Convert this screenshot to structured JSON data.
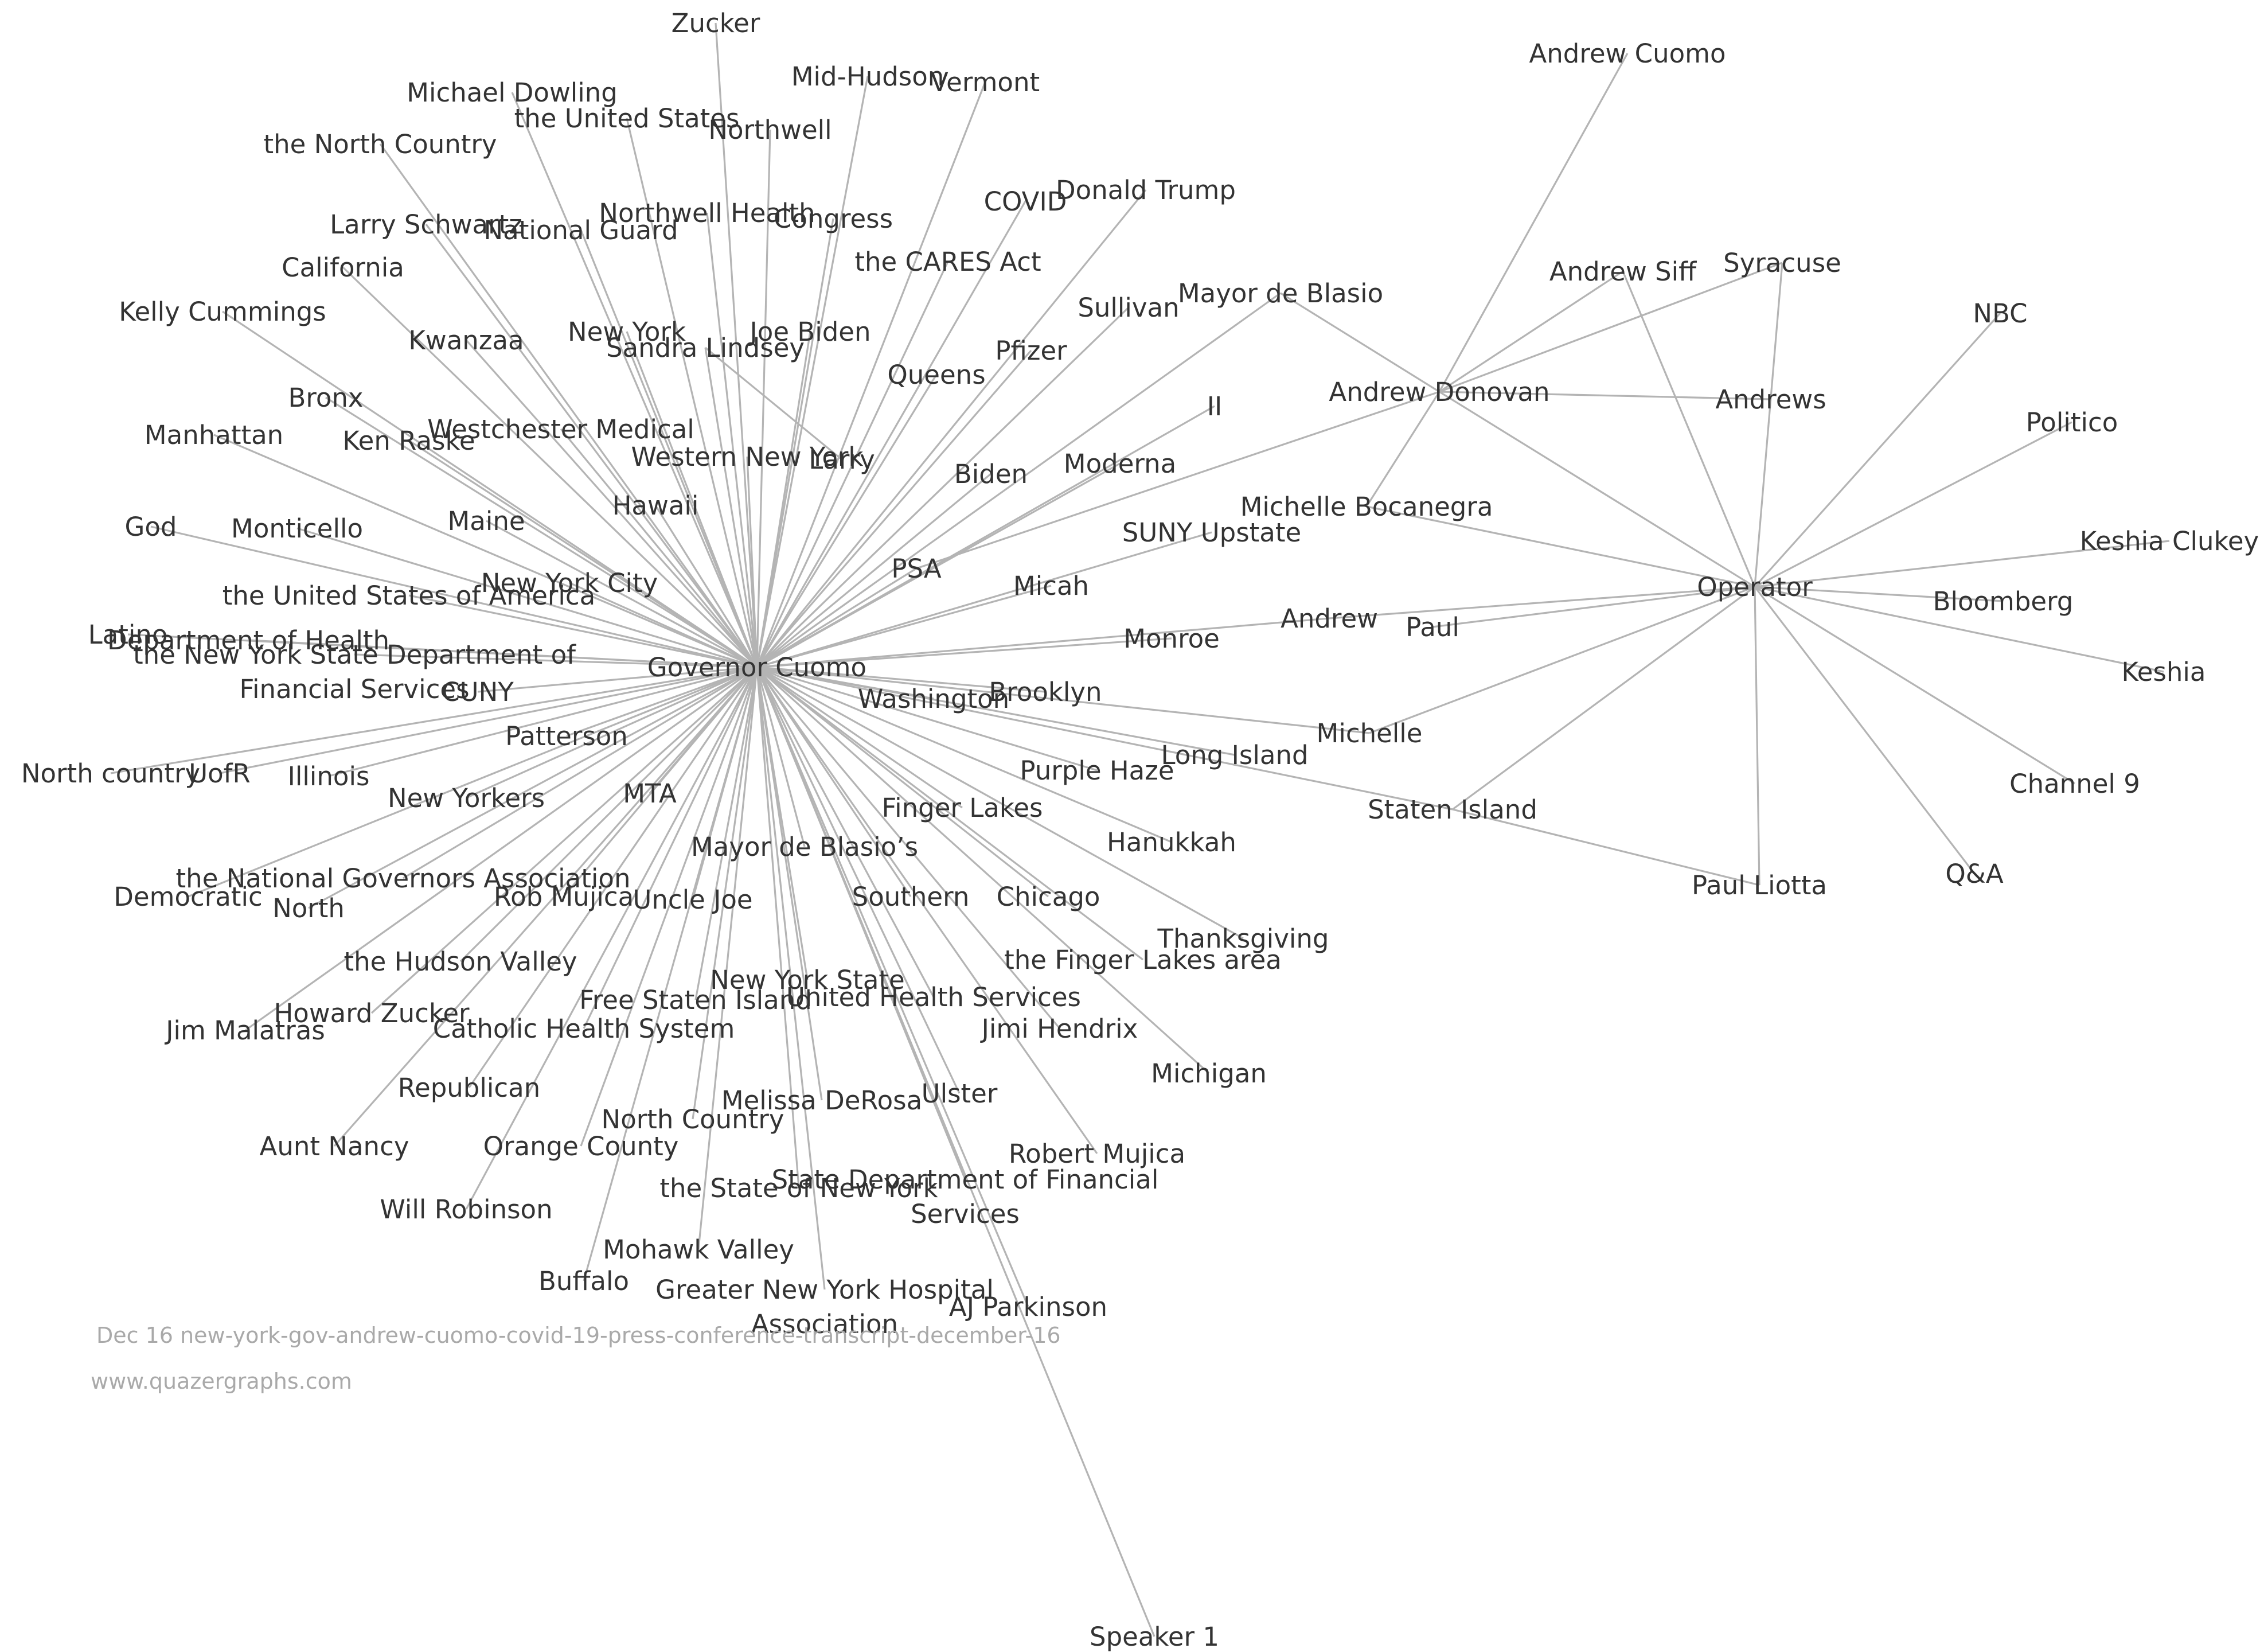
{
  "colors": {
    "edge": "#b4b4b4",
    "label": "#333333",
    "caption": "#a9a9a9",
    "background": "#ffffff"
  },
  "caption_lines": [
    "Dec 16 new-york-gov-andrew-cuomo-covid-19-press-conference-transcript-december-16",
    "www.quazergraphs.com"
  ],
  "nodes": [
    {
      "id": "gc",
      "label": "Governor Cuomo"
    },
    {
      "id": "op",
      "label": "Operator"
    },
    {
      "id": "ad",
      "label": "Andrew Donovan"
    },
    {
      "id": "as",
      "label": "Andrew Siff"
    },
    {
      "id": "n_zucker",
      "label": "Zucker"
    },
    {
      "id": "n_midhudson",
      "label": "Mid-Hudson"
    },
    {
      "id": "n_vermont",
      "label": "Vermont"
    },
    {
      "id": "n_michaeldowling",
      "label": "Michael Dowling"
    },
    {
      "id": "n_unitedstates",
      "label": "the United States"
    },
    {
      "id": "n_northwell",
      "label": "Northwell"
    },
    {
      "id": "n_northcountry_the",
      "label": "the North Country"
    },
    {
      "id": "n_donaldtrump",
      "label": "Donald Trump"
    },
    {
      "id": "n_covid",
      "label": "COVID"
    },
    {
      "id": "n_northwellhealth",
      "label": "Northwell Health"
    },
    {
      "id": "n_congress",
      "label": "Congress"
    },
    {
      "id": "n_larryschwartz",
      "label": "Larry Schwartz"
    },
    {
      "id": "n_nationalguard",
      "label": "National Guard"
    },
    {
      "id": "n_caresact",
      "label": "the CARES Act"
    },
    {
      "id": "n_california",
      "label": "California"
    },
    {
      "id": "n_mayordeblasio",
      "label": "Mayor de Blasio"
    },
    {
      "id": "n_sullivan",
      "label": "Sullivan"
    },
    {
      "id": "n_kellycummings",
      "label": "Kelly Cummings"
    },
    {
      "id": "n_kwanzaa",
      "label": "Kwanzaa"
    },
    {
      "id": "n_newyork",
      "label": "New York"
    },
    {
      "id": "n_joebiden",
      "label": "Joe Biden"
    },
    {
      "id": "n_sandralindsey",
      "label": "Sandra Lindsey"
    },
    {
      "id": "n_pfizer",
      "label": "Pfizer"
    },
    {
      "id": "n_queens",
      "label": "Queens"
    },
    {
      "id": "n_bronx",
      "label": "Bronx"
    },
    {
      "id": "n_manhattan",
      "label": "Manhattan"
    },
    {
      "id": "n_kenraske",
      "label": "Ken Raske"
    },
    {
      "id": "n_westchester",
      "label": "Westchester Medical"
    },
    {
      "id": "n_westernny",
      "label": "Western New York"
    },
    {
      "id": "n_larry",
      "label": "Larry"
    },
    {
      "id": "n_biden",
      "label": "Biden"
    },
    {
      "id": "n_moderna",
      "label": "Moderna"
    },
    {
      "id": "n_ii",
      "label": "II"
    },
    {
      "id": "n_hawaii",
      "label": "Hawaii"
    },
    {
      "id": "n_maine",
      "label": "Maine"
    },
    {
      "id": "n_god",
      "label": "God"
    },
    {
      "id": "n_monticello",
      "label": "Monticello"
    },
    {
      "id": "n_psa",
      "label": "PSA"
    },
    {
      "id": "n_micah",
      "label": "Micah"
    },
    {
      "id": "n_sunyupstate",
      "label": "SUNY Upstate"
    },
    {
      "id": "n_michellebocanegra",
      "label": "Michelle Bocanegra"
    },
    {
      "id": "n_nyc",
      "label": "New York City"
    },
    {
      "id": "n_usa",
      "label": "the United States of America"
    },
    {
      "id": "n_latino",
      "label": "Latino"
    },
    {
      "id": "n_doh",
      "label": "Department of Health"
    },
    {
      "id": "n_nysdfs",
      "label": "the New York State Department of",
      "label2": "Financial Services"
    },
    {
      "id": "n_cuny",
      "label": "CUNY"
    },
    {
      "id": "n_monroe",
      "label": "Monroe"
    },
    {
      "id": "n_andrew",
      "label": "Andrew"
    },
    {
      "id": "n_paul",
      "label": "Paul"
    },
    {
      "id": "n_washington",
      "label": "Washington"
    },
    {
      "id": "n_brooklyn",
      "label": "Brooklyn"
    },
    {
      "id": "n_michelle",
      "label": "Michelle"
    },
    {
      "id": "n_northcountry_lc",
      "label": "North country"
    },
    {
      "id": "n_uofr",
      "label": "UofR"
    },
    {
      "id": "n_illinois",
      "label": "Illinois"
    },
    {
      "id": "n_patterson",
      "label": "Patterson"
    },
    {
      "id": "n_longisland",
      "label": "Long Island"
    },
    {
      "id": "n_purplehaze",
      "label": "Purple Haze"
    },
    {
      "id": "n_newyorkers",
      "label": "New Yorkers"
    },
    {
      "id": "n_mta",
      "label": "MTA"
    },
    {
      "id": "n_fingerlakes",
      "label": "Finger Lakes"
    },
    {
      "id": "n_statenisland",
      "label": "Staten Island"
    },
    {
      "id": "n_hanukkah",
      "label": "Hanukkah"
    },
    {
      "id": "n_mayordeblasios",
      "label": "Mayor de Blasio’s"
    },
    {
      "id": "n_nga",
      "label": "the National Governors Association"
    },
    {
      "id": "n_democratic",
      "label": "Democratic"
    },
    {
      "id": "n_north",
      "label": "North"
    },
    {
      "id": "n_robmujica",
      "label": "Rob Mujica"
    },
    {
      "id": "n_unclejoe",
      "label": "Uncle Joe"
    },
    {
      "id": "n_southern",
      "label": "Southern"
    },
    {
      "id": "n_chicago",
      "label": "Chicago"
    },
    {
      "id": "n_thanksgiving",
      "label": "Thanksgiving"
    },
    {
      "id": "n_fingerlakesarea",
      "label": "the Finger Lakes area"
    },
    {
      "id": "n_hudsonvalley",
      "label": "the Hudson Valley"
    },
    {
      "id": "n_nys",
      "label": "New York State"
    },
    {
      "id": "n_freestatenisland",
      "label": "Free Staten Island"
    },
    {
      "id": "n_uhs",
      "label": "United Health Services"
    },
    {
      "id": "n_howardzucker",
      "label": "Howard Zucker"
    },
    {
      "id": "n_jimmalatras",
      "label": "Jim Malatras"
    },
    {
      "id": "n_catholic",
      "label": "Catholic Health System"
    },
    {
      "id": "n_jimihendrix",
      "label": "Jimi Hendrix"
    },
    {
      "id": "n_michigan",
      "label": "Michigan"
    },
    {
      "id": "n_republican",
      "label": "Republican"
    },
    {
      "id": "n_melissaderosa",
      "label": "Melissa DeRosa"
    },
    {
      "id": "n_ulster",
      "label": "Ulster"
    },
    {
      "id": "n_northcountry_cap",
      "label": "North Country"
    },
    {
      "id": "n_auntnancy",
      "label": "Aunt Nancy"
    },
    {
      "id": "n_orangecounty",
      "label": "Orange County"
    },
    {
      "id": "n_robertmujica",
      "label": "Robert Mujica"
    },
    {
      "id": "n_sdfs",
      "label": "State Department of Financial",
      "label2": "Services"
    },
    {
      "id": "n_stateofny",
      "label": "the State of New York"
    },
    {
      "id": "n_willrobinson",
      "label": "Will Robinson"
    },
    {
      "id": "n_mohawk",
      "label": "Mohawk Valley"
    },
    {
      "id": "n_buffalo",
      "label": "Buffalo"
    },
    {
      "id": "n_gnyha",
      "label": "Greater New York Hospital",
      "label2": "Association"
    },
    {
      "id": "n_ajparkinson",
      "label": "AJ Parkinson"
    },
    {
      "id": "n_speaker1",
      "label": "Speaker 1"
    },
    {
      "id": "n_andrewcuomo",
      "label": "Andrew Cuomo"
    },
    {
      "id": "n_syracuse",
      "label": "Syracuse"
    },
    {
      "id": "n_andrews",
      "label": "Andrews"
    },
    {
      "id": "n_paulliotta",
      "label": "Paul Liotta"
    },
    {
      "id": "n_nbc",
      "label": "NBC"
    },
    {
      "id": "n_politico",
      "label": "Politico"
    },
    {
      "id": "n_keshiaclukey",
      "label": "Keshia Clukey"
    },
    {
      "id": "n_bloomberg",
      "label": "Bloomberg"
    },
    {
      "id": "n_keshia",
      "label": "Keshia"
    },
    {
      "id": "n_channel9",
      "label": "Channel 9"
    },
    {
      "id": "n_qa",
      "label": "Q&A"
    }
  ],
  "edges": [
    [
      "gc",
      "n_zucker"
    ],
    [
      "gc",
      "n_midhudson"
    ],
    [
      "gc",
      "n_vermont"
    ],
    [
      "gc",
      "n_michaeldowling"
    ],
    [
      "gc",
      "n_unitedstates"
    ],
    [
      "gc",
      "n_northwell"
    ],
    [
      "gc",
      "n_northcountry_the"
    ],
    [
      "gc",
      "n_donaldtrump"
    ],
    [
      "gc",
      "n_covid"
    ],
    [
      "gc",
      "n_northwellhealth"
    ],
    [
      "gc",
      "n_congress"
    ],
    [
      "gc",
      "n_larryschwartz"
    ],
    [
      "gc",
      "n_nationalguard"
    ],
    [
      "gc",
      "n_caresact"
    ],
    [
      "gc",
      "n_california"
    ],
    [
      "gc",
      "n_mayordeblasio"
    ],
    [
      "gc",
      "n_sullivan"
    ],
    [
      "gc",
      "n_kellycummings"
    ],
    [
      "gc",
      "n_kwanzaa"
    ],
    [
      "gc",
      "n_newyork"
    ],
    [
      "gc",
      "n_joebiden"
    ],
    [
      "gc",
      "n_sandralindsey"
    ],
    [
      "gc",
      "n_pfizer"
    ],
    [
      "gc",
      "n_queens"
    ],
    [
      "gc",
      "n_bronx"
    ],
    [
      "gc",
      "n_manhattan"
    ],
    [
      "gc",
      "n_kenraske"
    ],
    [
      "gc",
      "n_westchester"
    ],
    [
      "gc",
      "n_westernny"
    ],
    [
      "gc",
      "n_biden"
    ],
    [
      "gc",
      "n_moderna"
    ],
    [
      "gc",
      "n_ii"
    ],
    [
      "gc",
      "n_hawaii"
    ],
    [
      "gc",
      "n_maine"
    ],
    [
      "gc",
      "n_god"
    ],
    [
      "gc",
      "n_monticello"
    ],
    [
      "gc",
      "n_psa"
    ],
    [
      "gc",
      "n_micah"
    ],
    [
      "gc",
      "n_sunyupstate"
    ],
    [
      "gc",
      "n_nyc"
    ],
    [
      "gc",
      "n_usa"
    ],
    [
      "gc",
      "n_latino"
    ],
    [
      "gc",
      "n_doh"
    ],
    [
      "gc",
      "n_nysdfs"
    ],
    [
      "gc",
      "n_cuny"
    ],
    [
      "gc",
      "n_monroe"
    ],
    [
      "gc",
      "n_andrew"
    ],
    [
      "gc",
      "n_washington"
    ],
    [
      "gc",
      "n_brooklyn"
    ],
    [
      "gc",
      "n_michelle"
    ],
    [
      "gc",
      "n_northcountry_lc"
    ],
    [
      "gc",
      "n_uofr"
    ],
    [
      "gc",
      "n_illinois"
    ],
    [
      "gc",
      "n_patterson"
    ],
    [
      "gc",
      "n_longisland"
    ],
    [
      "gc",
      "n_purplehaze"
    ],
    [
      "gc",
      "n_newyorkers"
    ],
    [
      "gc",
      "n_mta"
    ],
    [
      "gc",
      "n_fingerlakes"
    ],
    [
      "gc",
      "n_hanukkah"
    ],
    [
      "gc",
      "n_mayordeblasios"
    ],
    [
      "gc",
      "n_nga"
    ],
    [
      "gc",
      "n_democratic"
    ],
    [
      "gc",
      "n_north"
    ],
    [
      "gc",
      "n_robmujica"
    ],
    [
      "gc",
      "n_unclejoe"
    ],
    [
      "gc",
      "n_southern"
    ],
    [
      "gc",
      "n_chicago"
    ],
    [
      "gc",
      "n_thanksgiving"
    ],
    [
      "gc",
      "n_fingerlakesarea"
    ],
    [
      "gc",
      "n_hudsonvalley"
    ],
    [
      "gc",
      "n_nys"
    ],
    [
      "gc",
      "n_freestatenisland"
    ],
    [
      "gc",
      "n_uhs"
    ],
    [
      "gc",
      "n_howardzucker"
    ],
    [
      "gc",
      "n_jimmalatras"
    ],
    [
      "gc",
      "n_catholic"
    ],
    [
      "gc",
      "n_jimihendrix"
    ],
    [
      "gc",
      "n_michigan"
    ],
    [
      "gc",
      "n_republican"
    ],
    [
      "gc",
      "n_melissaderosa"
    ],
    [
      "gc",
      "n_ulster"
    ],
    [
      "gc",
      "n_northcountry_cap"
    ],
    [
      "gc",
      "n_auntnancy"
    ],
    [
      "gc",
      "n_orangecounty"
    ],
    [
      "gc",
      "n_robertmujica"
    ],
    [
      "gc",
      "n_sdfs"
    ],
    [
      "gc",
      "n_stateofny"
    ],
    [
      "gc",
      "n_willrobinson"
    ],
    [
      "gc",
      "n_mohawk"
    ],
    [
      "gc",
      "n_buffalo"
    ],
    [
      "gc",
      "n_gnyha"
    ],
    [
      "gc",
      "n_ajparkinson"
    ],
    [
      "gc",
      "n_speaker1"
    ],
    [
      "gc",
      "n_statenisland"
    ],
    [
      "n_sandralindsey",
      "n_larry"
    ],
    [
      "ad",
      "n_andrewcuomo"
    ],
    [
      "ad",
      "as"
    ],
    [
      "ad",
      "n_syracuse"
    ],
    [
      "ad",
      "n_andrews"
    ],
    [
      "ad",
      "n_mayordeblasio"
    ],
    [
      "ad",
      "n_michellebocanegra"
    ],
    [
      "ad",
      "op"
    ],
    [
      "ad",
      "n_psa"
    ],
    [
      "as",
      "op"
    ],
    [
      "op",
      "n_syracuse"
    ],
    [
      "op",
      "n_nbc"
    ],
    [
      "op",
      "n_politico"
    ],
    [
      "op",
      "n_keshiaclukey"
    ],
    [
      "op",
      "n_bloomberg"
    ],
    [
      "op",
      "n_keshia"
    ],
    [
      "op",
      "n_channel9"
    ],
    [
      "op",
      "n_qa"
    ],
    [
      "op",
      "n_paulliotta"
    ],
    [
      "op",
      "n_michellebocanegra"
    ],
    [
      "op",
      "n_paul"
    ],
    [
      "op",
      "n_andrew"
    ],
    [
      "op",
      "n_michelle"
    ],
    [
      "op",
      "n_statenisland"
    ],
    [
      "n_statenisland",
      "n_paulliotta"
    ]
  ]
}
